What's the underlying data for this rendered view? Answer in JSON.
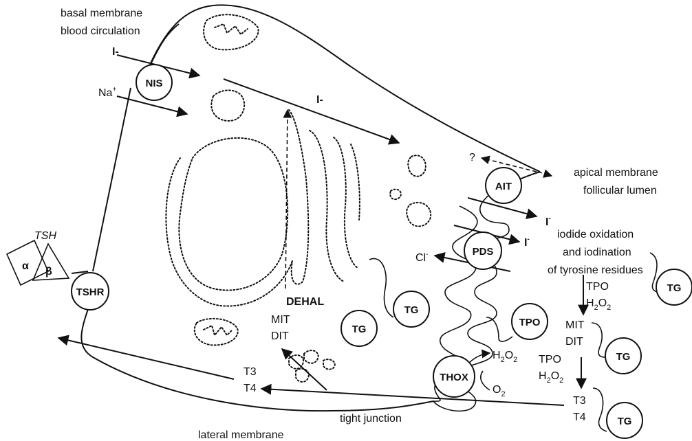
{
  "labels": {
    "basal_membrane": "basal membrane",
    "blood_circulation": "blood circulation",
    "iodide_in": "I-",
    "sodium": "Na",
    "sodium_sup": "+",
    "iodide_cyto": "I-",
    "question": "?",
    "apical_membrane": "apical membrane",
    "follicular_lumen": "follicular lumen",
    "iodide_ait": "I",
    "iodide_ait_sup": "-",
    "iodide_pds": "I",
    "iodide_pds_sup": "-",
    "chloride": "Cl",
    "chloride_sup": "-",
    "iodide_oxidation_1": "iodide oxidation",
    "iodide_oxidation_2": "and iodination",
    "iodide_oxidation_3": "of tyrosine residues",
    "tpo_1": "TPO",
    "h2o2_1": "H",
    "h2o2_1_sub1": "2",
    "h2o2_1_mid": "O",
    "h2o2_1_sub2": "2",
    "mit_right": "MIT",
    "dit_right": "DIT",
    "tpo_2": "TPO",
    "h2o2_2": "H",
    "h2o2_2_sub1": "2",
    "h2o2_2_mid": "O",
    "h2o2_2_sub2": "2",
    "t3_right": "T3",
    "t4_right": "T4",
    "h2o2_thox": "H",
    "h2o2_thox_sub1": "2",
    "h2o2_thox_mid": "O",
    "h2o2_thox_sub2": "2",
    "o2_thox": "O",
    "o2_thox_sub": "2",
    "dehal": "DEHAL",
    "mit_left": "MIT",
    "dit_left": "DIT",
    "t3_left": "T3",
    "t4_left": "T4",
    "tight_junction": "tight junction",
    "lateral_membrane": "lateral membrane",
    "tsh": "TSH",
    "alpha": "α",
    "beta": "β"
  },
  "nodes": {
    "nis": "NIS",
    "tshr": "TSHR",
    "ait": "AIT",
    "pds": "PDS",
    "tpo": "TPO",
    "thox": "THOX",
    "tg_1": "TG",
    "tg_2": "TG",
    "tg_lumen_1": "TG",
    "tg_lumen_2": "TG",
    "tg_lumen_3": "TG"
  }
}
